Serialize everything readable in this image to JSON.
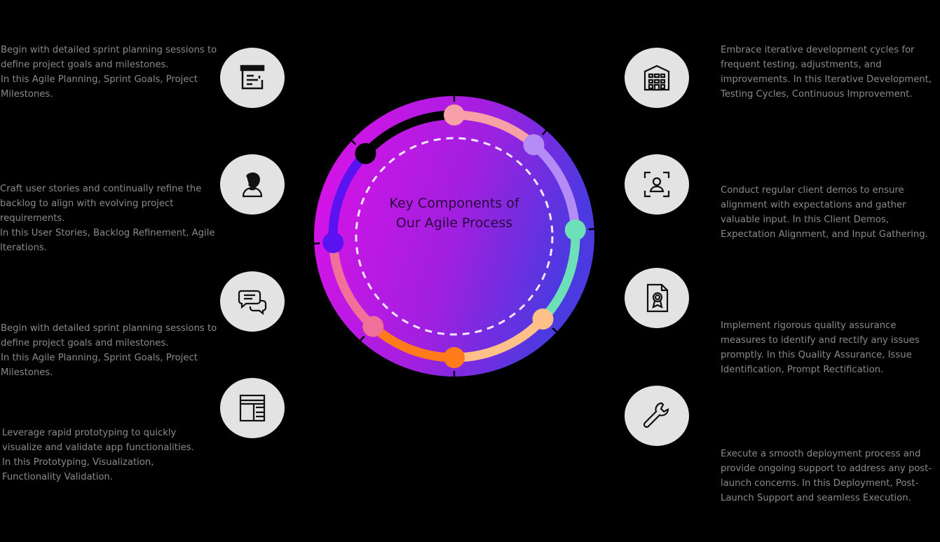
{
  "center": {
    "title": "Key Components of Our Agile Process"
  },
  "left_items": [
    {
      "icon": "sprint-board-icon",
      "text": "Begin with detailed sprint planning sessions to define project goals and milestones.\nIn this Agile Planning, Sprint Goals, Project Milestones."
    },
    {
      "icon": "user-icon",
      "text": "Craft user stories and continually refine the backlog to align with evolving project requirements.\nIn this User Stories, Backlog Refinement, Agile Iterations."
    },
    {
      "icon": "chat-bubbles-icon",
      "text": "Begin with detailed sprint planning sessions to define project goals and milestones.\nIn this Agile Planning, Sprint Goals, Project Milestones."
    },
    {
      "icon": "layout-wireframe-icon",
      "text": "Leverage rapid prototyping to quickly visualize and validate app functionalities.\nIn this Prototyping, Visualization, Functionality Validation."
    }
  ],
  "right_items": [
    {
      "icon": "building-icon",
      "text": "Embrace iterative development cycles for frequent testing, adjustments, and improvements. In this Iterative Development, Testing Cycles, Continuous Improvement."
    },
    {
      "icon": "user-focus-icon",
      "text": "Conduct regular client demos to ensure alignment with expectations and gather valuable input. In this Client Demos, Expectation Alignment, and Input Gathering."
    },
    {
      "icon": "certificate-document-icon",
      "text": "Implement rigorous quality assurance measures to identify and rectify any issues promptly. In this Quality Assurance, Issue Identification, Prompt Rectification."
    },
    {
      "icon": "wrench-icon",
      "text": "Execute a smooth deployment process and provide ongoing support to address any post-launch concerns. In this Deployment, Post-Launch Support and seamless Execution."
    }
  ],
  "colors": {
    "gradient_left": "#e010e8",
    "gradient_right": "#4a3ae0",
    "segments": [
      "#000000",
      "#f8a0a8",
      "#b58cf5",
      "#6de0b8",
      "#ffc08a",
      "#ff7a1a",
      "#f0709a",
      "#5a12f0"
    ],
    "icon_bg": "#e3e3e3",
    "text": "#8a8a8a"
  }
}
